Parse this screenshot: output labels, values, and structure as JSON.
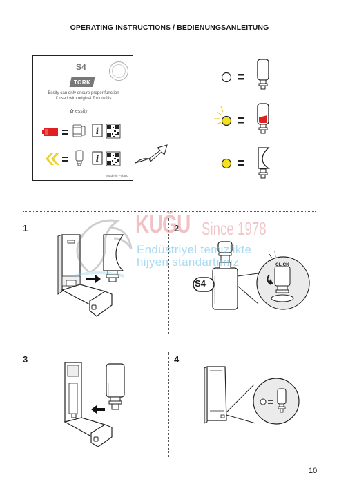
{
  "header": {
    "title": "OPERATING INSTRUCTIONS / BEDIENUNGSANLEITUNG"
  },
  "label_card": {
    "model": "S4",
    "brand_logo": "TORK",
    "notice_line1": "Essity can only ensure proper function",
    "notice_line2": "if used with original Tork refills",
    "company": "essity",
    "made_in": "Made in Poland",
    "rows": [
      {
        "icon": "low-battery-icon",
        "color": "#e02020"
      },
      {
        "icon": "double-chevron-icon",
        "color": "#f3d21f"
      }
    ]
  },
  "status_legend": [
    {
      "light": "off",
      "color": "#ffffff",
      "refill_state": "full"
    },
    {
      "light": "blinking",
      "color": "#f3e01f",
      "refill_state": "low"
    },
    {
      "light": "on",
      "color": "#f3e01f",
      "refill_state": "empty"
    }
  ],
  "steps": [
    {
      "number": "1"
    },
    {
      "number": "2",
      "refill_label": "S4",
      "click_label": "CLICK"
    },
    {
      "number": "3"
    },
    {
      "number": "4"
    }
  ],
  "watermark": {
    "name": "KUĞU",
    "since": "Since 1978",
    "line1": "Endüstriyel temizlikte",
    "line2": "hijyen standartımız"
  },
  "footer": {
    "page_number": "10"
  },
  "colors": {
    "red": "#e02020",
    "yellow": "#f3e01f",
    "line": "#222222"
  }
}
